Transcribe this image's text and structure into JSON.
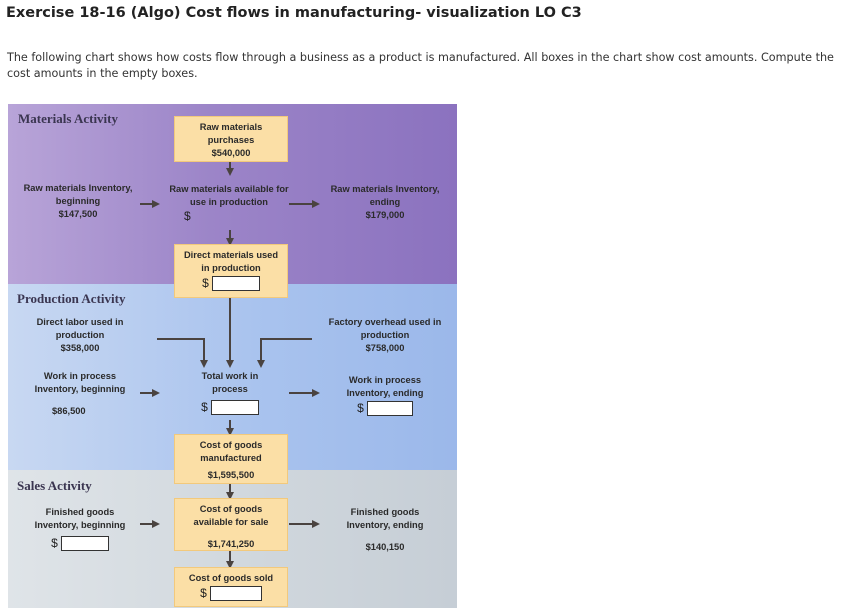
{
  "title": "Exercise 18-16 (Algo) Cost flows in manufacturing- visualization LO C3",
  "intro": "The following chart shows how costs flow through a business as a product is manufactured. All boxes in the chart show cost amounts. Compute the cost amounts in the empty boxes.",
  "colors": {
    "box_fill": "#fbdfa6",
    "arrow": "#4a4340"
  },
  "materials": {
    "label": "Materials Activity",
    "raw_purchases": {
      "label": "Raw materials purchases",
      "amount": "$540,000"
    },
    "raw_begin": {
      "label": "Raw materials Inventory, beginning",
      "amount": "$147,500"
    },
    "raw_available": {
      "label": "Raw materials available for use in production",
      "currency": "$",
      "input": ""
    },
    "raw_end": {
      "label": "Raw materials Inventory, ending",
      "amount": "$179,000"
    },
    "dm_used": {
      "label": "Direct materials used in production",
      "currency": "$",
      "input": ""
    }
  },
  "production": {
    "label": "Production Activity",
    "dl_used": {
      "label": "Direct labor used in production",
      "amount": "$358,000"
    },
    "overhead": {
      "label": "Factory overhead used in production",
      "amount": "$758,000"
    },
    "wip_begin": {
      "label": "Work in process Inventory, beginning",
      "amount": "$86,500"
    },
    "total_wip": {
      "label": "Total work in process",
      "currency": "$",
      "input": ""
    },
    "wip_end": {
      "label": "Work in process Inventory, ending",
      "currency": "$",
      "input": ""
    },
    "cogm": {
      "label": "Cost of goods manufactured",
      "amount": "$1,595,500"
    }
  },
  "sales": {
    "label": "Sales Activity",
    "fg_begin": {
      "label": "Finished goods Inventory, beginning",
      "currency": "$",
      "input": ""
    },
    "cogas": {
      "label": "Cost of goods available for sale",
      "amount": "$1,741,250"
    },
    "fg_end": {
      "label": "Finished goods Inventory, ending",
      "amount": "$140,150"
    },
    "cogs": {
      "label": "Cost of goods sold",
      "currency": "$",
      "input": ""
    }
  }
}
